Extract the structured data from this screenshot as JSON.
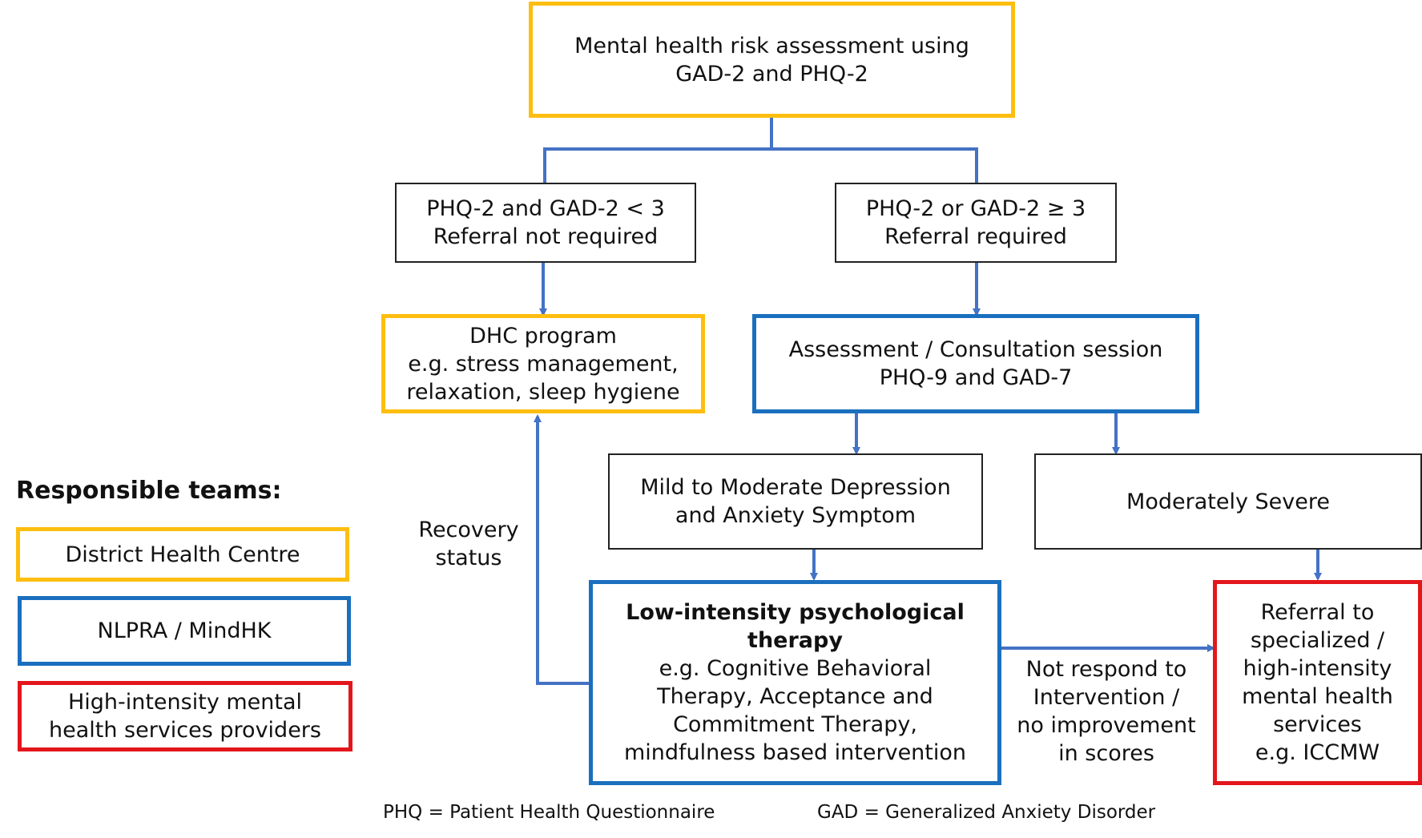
{
  "top_box": {
    "line1": "Mental health risk assessment using",
    "line2": "GAD-2 and PHQ-2"
  },
  "left_criteria": {
    "line1": "PHQ-2  and GAD-2 < 3",
    "line2": "Referral not required"
  },
  "right_criteria": {
    "line1": "PHQ-2  or GAD-2 ≥ 3",
    "line2": "Referral required"
  },
  "dhc_program": {
    "line1": "DHC program",
    "line2": "e.g. stress management,",
    "line3": "relaxation, sleep hygiene"
  },
  "assessment": {
    "line1": "Assessment / Consultation session",
    "line2": "PHQ-9 and GAD-7"
  },
  "mild": {
    "line1": "Mild to Moderate Depression",
    "line2": "and Anxiety Symptom"
  },
  "severe": {
    "line1": "Moderately Severe"
  },
  "low_intensity": {
    "title1": "Low-intensity psychological",
    "title2": "therapy",
    "line1": "e.g. Cognitive Behavioral",
    "line2": "Therapy, Acceptance and",
    "line3": "Commitment Therapy,",
    "line4": "mindfulness based intervention"
  },
  "referral": {
    "line1": "Referral to",
    "line2": "specialized /",
    "line3": "high-intensity",
    "line4": "mental health",
    "line5": "services",
    "line6": "e.g. ICCMW"
  },
  "recovery_label": {
    "line1": "Recovery",
    "line2": "status"
  },
  "no_response_label": {
    "line1": "Not respond to",
    "line2": "Intervention /",
    "line3": "no improvement",
    "line4": "in scores"
  },
  "legend": {
    "title": "Responsible teams:",
    "items": [
      {
        "label": "District Health Centre",
        "color": "#FDBE10"
      },
      {
        "label": "NLPRA / MindHK",
        "color": "#1A6FBE"
      },
      {
        "label": "High-intensity mental",
        "label2": "health services providers",
        "color": "#E3161C"
      }
    ]
  },
  "footnotes": {
    "phq": "PHQ = Patient Health Questionnaire",
    "gad": "GAD = Generalized Anxiety Disorder"
  },
  "colors": {
    "connector": "#4472C4",
    "yellow": "#FDBE10",
    "blue": "#1A6FBE",
    "red": "#E3161C"
  }
}
